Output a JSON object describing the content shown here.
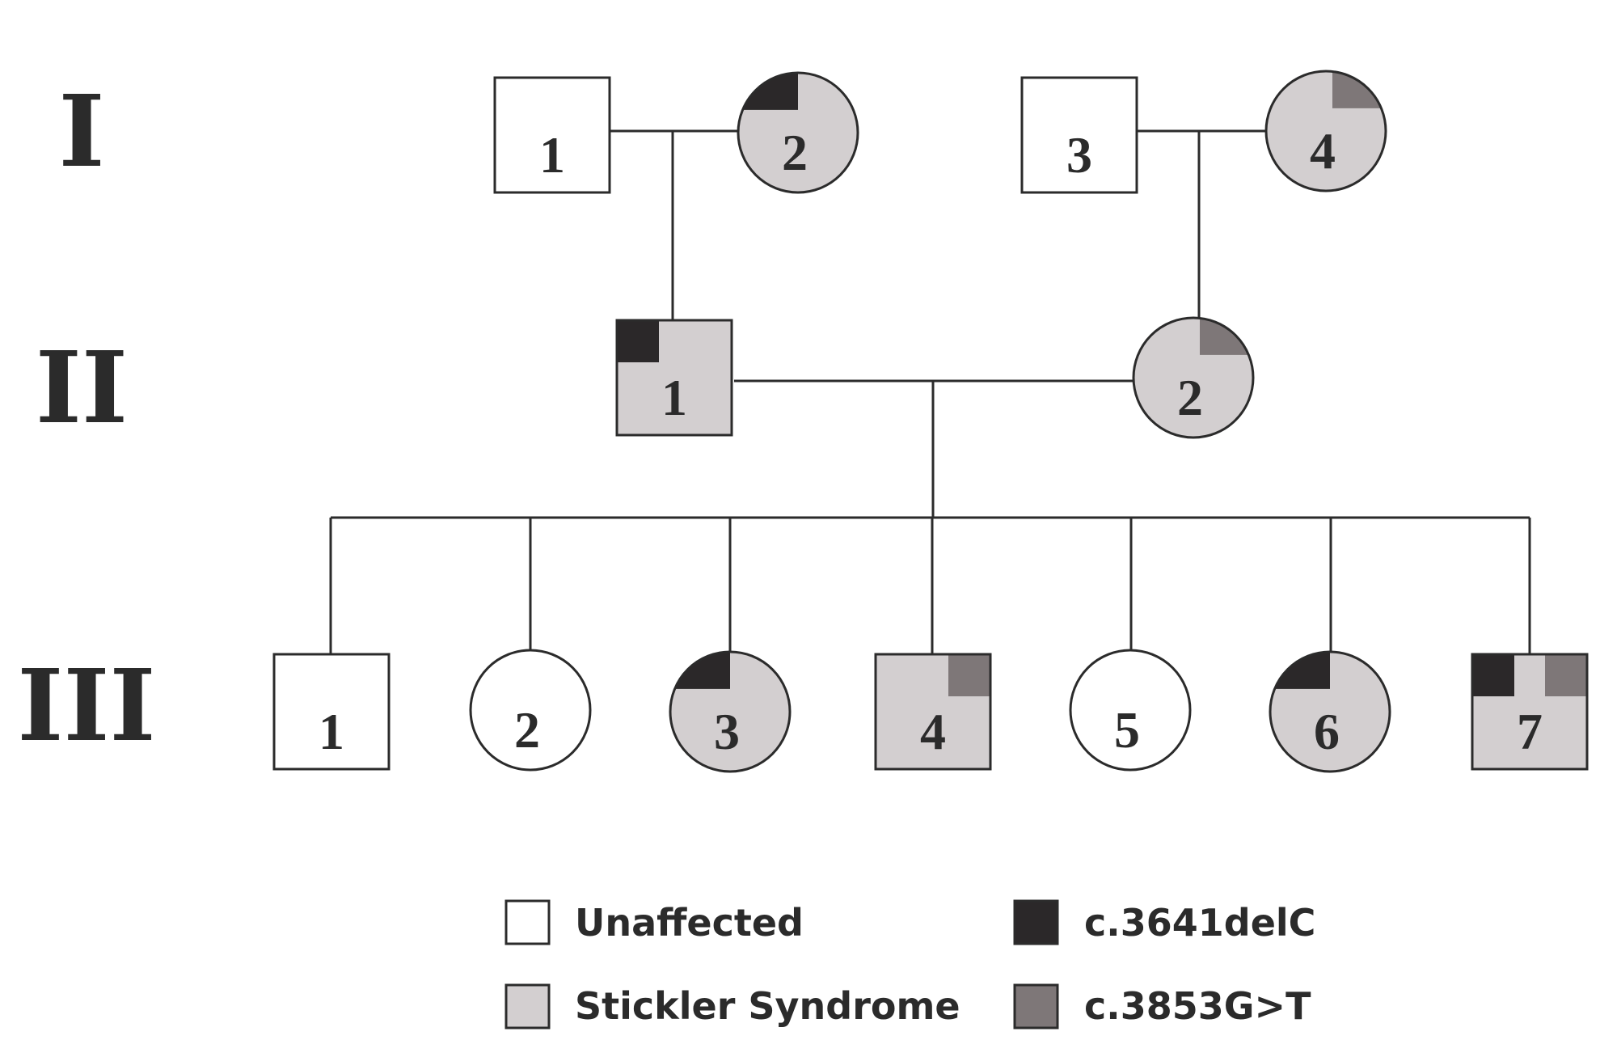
{
  "colors": {
    "line": "#2b2b2b",
    "unaffected": "#ffffff",
    "stickler": "#d3cfd0",
    "c3641delC": "#2b2829",
    "c3853GT": "#7e7778"
  },
  "generations": [
    {
      "id": "g1",
      "label": "I"
    },
    {
      "id": "g2",
      "label": "II"
    },
    {
      "id": "g3",
      "label": "III"
    }
  ],
  "individuals": [
    {
      "id": "I-1",
      "gen": "g1",
      "sex": "male",
      "number": "1",
      "affected": false,
      "mutations": []
    },
    {
      "id": "I-2",
      "gen": "g1",
      "sex": "female",
      "number": "2",
      "affected": true,
      "mutations": [
        "c3641delC"
      ]
    },
    {
      "id": "I-3",
      "gen": "g1",
      "sex": "male",
      "number": "3",
      "affected": false,
      "mutations": []
    },
    {
      "id": "I-4",
      "gen": "g1",
      "sex": "female",
      "number": "4",
      "affected": true,
      "mutations": [
        "c3853GT"
      ]
    },
    {
      "id": "II-1",
      "gen": "g2",
      "sex": "male",
      "number": "1",
      "affected": true,
      "mutations": [
        "c3641delC"
      ]
    },
    {
      "id": "II-2",
      "gen": "g2",
      "sex": "female",
      "number": "2",
      "affected": true,
      "mutations": [
        "c3853GT"
      ]
    },
    {
      "id": "III-1",
      "gen": "g3",
      "sex": "male",
      "number": "1",
      "affected": false,
      "mutations": []
    },
    {
      "id": "III-2",
      "gen": "g3",
      "sex": "female",
      "number": "2",
      "affected": false,
      "mutations": []
    },
    {
      "id": "III-3",
      "gen": "g3",
      "sex": "female",
      "number": "3",
      "affected": true,
      "mutations": [
        "c3641delC"
      ]
    },
    {
      "id": "III-4",
      "gen": "g3",
      "sex": "male",
      "number": "4",
      "affected": true,
      "mutations": [
        "c3853GT"
      ]
    },
    {
      "id": "III-5",
      "gen": "g3",
      "sex": "female",
      "number": "5",
      "affected": false,
      "mutations": []
    },
    {
      "id": "III-6",
      "gen": "g3",
      "sex": "female",
      "number": "6",
      "affected": true,
      "mutations": [
        "c3641delC"
      ]
    },
    {
      "id": "III-7",
      "gen": "g3",
      "sex": "male",
      "number": "7",
      "affected": true,
      "mutations": [
        "c3641delC",
        "c3853GT"
      ]
    }
  ],
  "couples": [
    {
      "partners": [
        "I-1",
        "I-2"
      ],
      "children": [
        "II-1"
      ]
    },
    {
      "partners": [
        "I-3",
        "I-4"
      ],
      "children": [
        "II-2"
      ]
    },
    {
      "partners": [
        "II-1",
        "II-2"
      ],
      "children": [
        "III-1",
        "III-2",
        "III-3",
        "III-4",
        "III-5",
        "III-6",
        "III-7"
      ]
    }
  ],
  "legend": [
    {
      "key": "unaffected",
      "label": "Unaffected"
    },
    {
      "key": "c3641delC",
      "label": "c.3641delC"
    },
    {
      "key": "stickler",
      "label": "Stickler Syndrome"
    },
    {
      "key": "c3853GT",
      "label": "c.3853G>T"
    }
  ]
}
